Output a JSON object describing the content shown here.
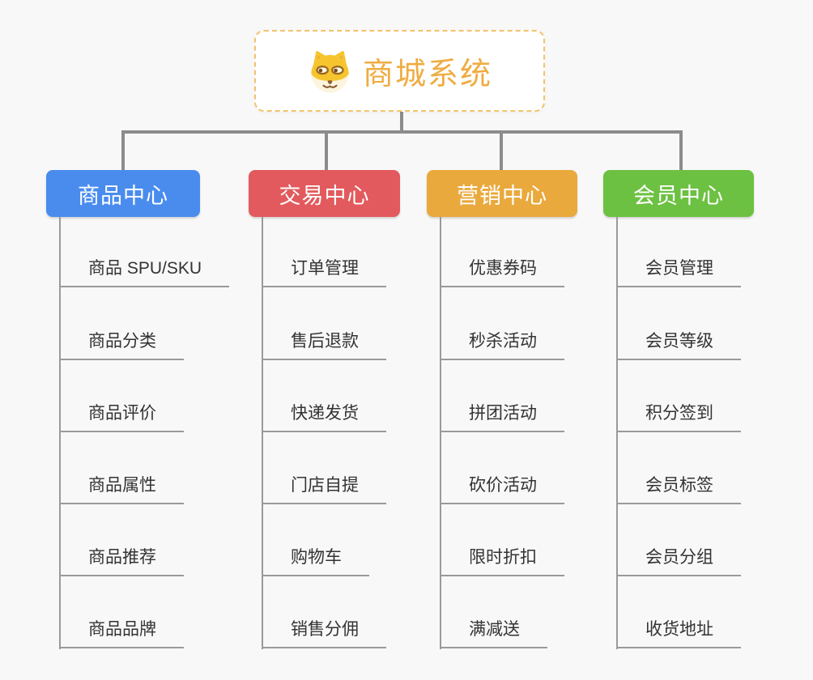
{
  "root": {
    "title": "商城系统",
    "icon": "dog-face-icon"
  },
  "colors": {
    "background": "#f8f8f8",
    "root_border": "#f2c36b",
    "root_title": "#efac41",
    "connector": "#8c8c8c",
    "leaf_line": "#9a9a9a",
    "leaf_text": "#333333",
    "branch_blue": "#4a8cee",
    "branch_red": "#e25a5d",
    "branch_orange": "#eaa93d",
    "branch_green": "#6dc142"
  },
  "branches": [
    {
      "label": "商品中心",
      "color": "#4a8cee",
      "items": [
        "商品 SPU/SKU",
        "商品分类",
        "商品评价",
        "商品属性",
        "商品推荐",
        "商品品牌"
      ]
    },
    {
      "label": "交易中心",
      "color": "#e25a5d",
      "items": [
        "订单管理",
        "售后退款",
        "快递发货",
        "门店自提",
        "购物车",
        "销售分佣"
      ]
    },
    {
      "label": "营销中心",
      "color": "#eaa93d",
      "items": [
        "优惠券码",
        "秒杀活动",
        "拼团活动",
        "砍价活动",
        "限时折扣",
        "满减送"
      ]
    },
    {
      "label": "会员中心",
      "color": "#6dc142",
      "items": [
        "会员管理",
        "会员等级",
        "积分签到",
        "会员标签",
        "会员分组",
        "收货地址"
      ]
    }
  ]
}
